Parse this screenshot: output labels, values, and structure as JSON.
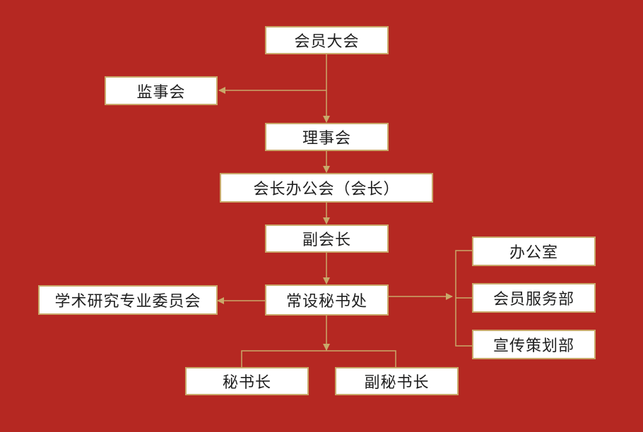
{
  "colors": {
    "background": "#b52822",
    "box_fill": "#ffffff",
    "box_border": "#c9a96a",
    "connector": "#c9a96a",
    "text": "#1f1f1f"
  },
  "nodes": {
    "assembly": "会员大会",
    "supervisory": "监事会",
    "council": "理事会",
    "presidium": "会长办公会（会长）",
    "vice_president": "副会长",
    "secretariat": "常设秘书处",
    "academic_committee": "学术研究专业委员会",
    "office": "办公室",
    "member_service": "会员服务部",
    "publicity": "宣传策划部",
    "secretary_general": "秘书长",
    "deputy_secretary_general": "副秘书长"
  }
}
